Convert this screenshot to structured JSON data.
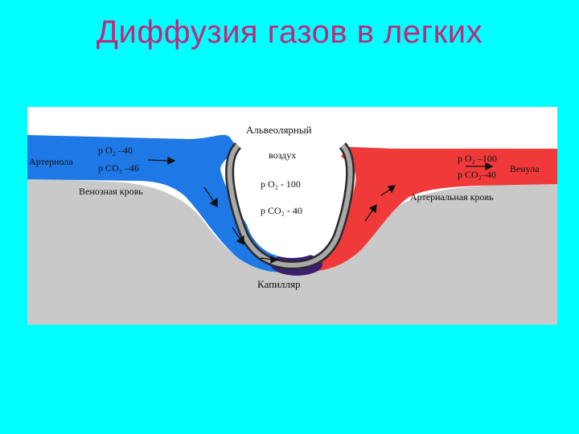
{
  "slide": {
    "title": "Диффузия газов в легких",
    "colors": {
      "background": "#00ffff",
      "title": "#c0287a",
      "venous": "#1e78e6",
      "arterial": "#f03a3a",
      "tissue": "#c9c9c9"
    }
  },
  "diagram": {
    "labels": {
      "alveolar_air_1": "Альвеолярный",
      "alveolar_air_2": "воздух",
      "arteriole": "Артериола",
      "venule": "Венула",
      "venous_blood": "Венозная кровь",
      "arterial_blood": "Артериальная кровь",
      "capillary": "Капилляр",
      "left_po2": "р O₂ –40",
      "left_pco2": "р CO₂ –46",
      "right_po2": "р O₂ –100",
      "right_pco2": "р CO₂–40",
      "alveolus_po2": "р  O₂ - 100",
      "alveolus_pco2": "р  CO₂ - 40"
    }
  }
}
